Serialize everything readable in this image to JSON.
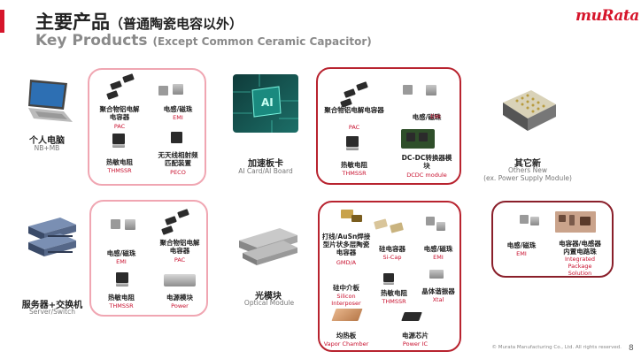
{
  "header": {
    "title_cn": "主要产品",
    "title_cn_sub": "（普通陶瓷电容以外）",
    "title_en": "Key Products",
    "title_en_sub": "(Except Common Ceramic Capacitor)",
    "logo": "muRata"
  },
  "categories": {
    "pc": {
      "cn": "个人电脑",
      "en": "NB+MB"
    },
    "ai": {
      "cn": "加速板卡",
      "en": "AI Card/AI Board"
    },
    "other": {
      "cn": "其它新",
      "en": "Others New",
      "en2": "(ex. Power Supply Module)"
    },
    "server": {
      "cn": "服务器+交换机",
      "en": "Server/Switch"
    },
    "optical": {
      "cn": "光模块",
      "en": "Optical Module"
    }
  },
  "pc_products": [
    {
      "cn": "聚合物铝电解\n电容器",
      "en": "PAC"
    },
    {
      "cn": "电感/磁珠",
      "en": "EMI"
    },
    {
      "cn": "热敏电阻",
      "en": "THMSSR"
    },
    {
      "cn": "无天线相射频\n匹配装置",
      "en": "PECO"
    }
  ],
  "ai_products": [
    {
      "cn": "聚合物铝电解电容器",
      "en": "PAC"
    },
    {
      "cn": "电感/磁珠",
      "en": "EMI"
    },
    {
      "cn": "热敏电阻",
      "en": "THMSSR"
    },
    {
      "cn": "DC-DC转换器模\n块",
      "en": "DCDC module"
    }
  ],
  "other_products": [
    {
      "cn": "电感/磁珠",
      "en": "EMI"
    },
    {
      "cn": "电容器/电感器\n内置电路珠",
      "en": "Integrated\nPackage\nSolution"
    }
  ],
  "server_products": [
    {
      "cn": "电感/磁珠",
      "en": "EMI"
    },
    {
      "cn": "聚合物铝电解\n电容器",
      "en": "PAC"
    },
    {
      "cn": "热敏电阻",
      "en": "THMSSR"
    },
    {
      "cn": "电源模块",
      "en": "Power"
    }
  ],
  "optical_products": [
    {
      "cn": "打线/AuSn焊接\n型片状多层陶瓷\n电容器",
      "en": "GMD/A"
    },
    {
      "cn": "硅电容器",
      "en": "Si-Cap"
    },
    {
      "cn": "电感/磁珠",
      "en": "EMI"
    },
    {
      "cn": "硅中介板",
      "en": "Silicon\nInterposer"
    },
    {
      "cn": "热敏电阻",
      "en": "THMSSR"
    },
    {
      "cn": "晶体谐振器",
      "en": "Xtal"
    },
    {
      "cn": "均热板",
      "en": "Vapor Chamber"
    },
    {
      "cn": "电源芯片",
      "en": "Power IC"
    }
  ],
  "footer": {
    "copyright": "© Murata Manufacturing Co., Ltd. All rights reserved.",
    "page": "8"
  },
  "colors": {
    "brand_red": "#d6152b",
    "pink_border": "#f0a6b2",
    "dark_red_border": "#b8232f"
  }
}
